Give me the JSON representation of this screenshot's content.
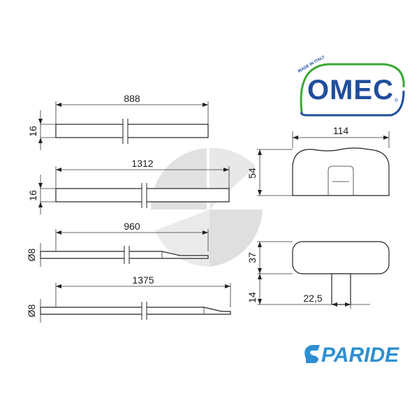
{
  "brand": {
    "omec_logo": "OMEC",
    "made_in_italy": "MADE IN ITALY",
    "registered": "®",
    "paride_logo": "PARIDE",
    "colors": {
      "omec_blue": "#1f4e9c",
      "omec_green": "#3aa935",
      "paride_blue": "#2d8fd1",
      "watermark": "#d9d9d9"
    }
  },
  "rods": [
    {
      "length_label": "888",
      "section_label": "16"
    },
    {
      "length_label": "1312",
      "section_label": "16"
    },
    {
      "length_label": "960",
      "section_label": "Ø8"
    },
    {
      "length_label": "1375",
      "section_label": "Ø8"
    }
  ],
  "handle_front": {
    "width_label": "114",
    "height_label": "54"
  },
  "handle_side": {
    "body_height_label": "37",
    "stem_height_label": "14",
    "stem_width_label": "22,5"
  }
}
